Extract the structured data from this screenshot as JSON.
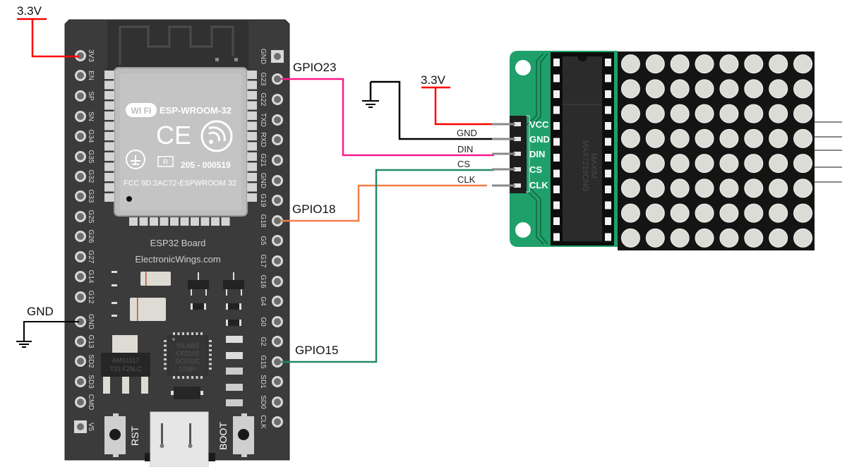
{
  "diagram": {
    "title": "ESP32 to MAX7219 8x8 LED Dot Matrix wiring",
    "esp32_board": {
      "module_name": "ESP-WROOM-32",
      "wifi_badge": "WI FI",
      "ce_mark": "CE",
      "cert_badge": "R",
      "cert_number": "205 - 000519",
      "fcc_id": "FCC 9D:2AC72-ESPWROOM 32",
      "board_label": "ESP32 Board",
      "brand_label": "ElectronicWings.com",
      "regulator_label_1": "AMS1117",
      "regulator_label_2": "T33 F29LC",
      "usb_chip_lines": [
        "SILABS",
        "CP2102",
        "DCF02C",
        "1036+"
      ],
      "rst_label": "RST",
      "boot_label": "BOOT",
      "left_pins": [
        "3V3",
        "EN",
        "SP",
        "SN",
        "G34",
        "G35",
        "G32",
        "G33",
        "G25",
        "G26",
        "G27",
        "G14",
        "G12",
        "GND",
        "G13",
        "SD2",
        "SD3",
        "CMD",
        "V5"
      ],
      "right_pins": [
        "GND",
        "G23",
        "G22",
        "TXD",
        "RXD",
        "G21",
        "GND",
        "G19",
        "G18",
        "G5",
        "G17",
        "G16",
        "G4",
        "G0",
        "G2",
        "G15",
        "SD1",
        "SD0",
        "CLK"
      ]
    },
    "max7219_module": {
      "chip_label": "MAX7219CNG",
      "chip_brand": "MAXIM",
      "header_pins": [
        "VCC",
        "GND",
        "DIN",
        "CS",
        "CLK"
      ],
      "matrix_rows": 8,
      "matrix_cols": 8
    },
    "labels": {
      "vcc_left": "3.3V",
      "gnd_left": "GND",
      "gpio23": "GPIO23",
      "gpio18": "GPIO18",
      "gpio15": "GPIO15",
      "vcc_module": "3.3V",
      "wire_gnd": "GND",
      "wire_din": "DIN",
      "wire_cs": "CS",
      "wire_clk": "CLK"
    },
    "connections": [
      {
        "from": "3V3",
        "to": "3.3V supply",
        "color": "#ff0000"
      },
      {
        "from": "GND",
        "to": "ground",
        "color": "#000000"
      },
      {
        "from": "G23",
        "to": "DIN",
        "color": "#ff1a8c"
      },
      {
        "from": "G18",
        "to": "CLK",
        "color": "#f47c4a"
      },
      {
        "from": "G15",
        "to": "CS",
        "color": "#23896b"
      },
      {
        "from": "3.3V supply",
        "to": "VCC",
        "color": "#ff0000"
      },
      {
        "from": "ground",
        "to": "GND",
        "color": "#000000"
      }
    ],
    "colors": {
      "board": "#3a3a3a",
      "board_edge": "#2a2a2a",
      "module_can": "#b9b9b9",
      "pcb_green": "#1fa06a",
      "matrix_bg": "#141414",
      "led": "#dcdcd6",
      "vcc": "#ff0000",
      "gnd": "#000000",
      "din": "#ff1a8c",
      "clk": "#f47c4a",
      "cs": "#23896b"
    }
  }
}
